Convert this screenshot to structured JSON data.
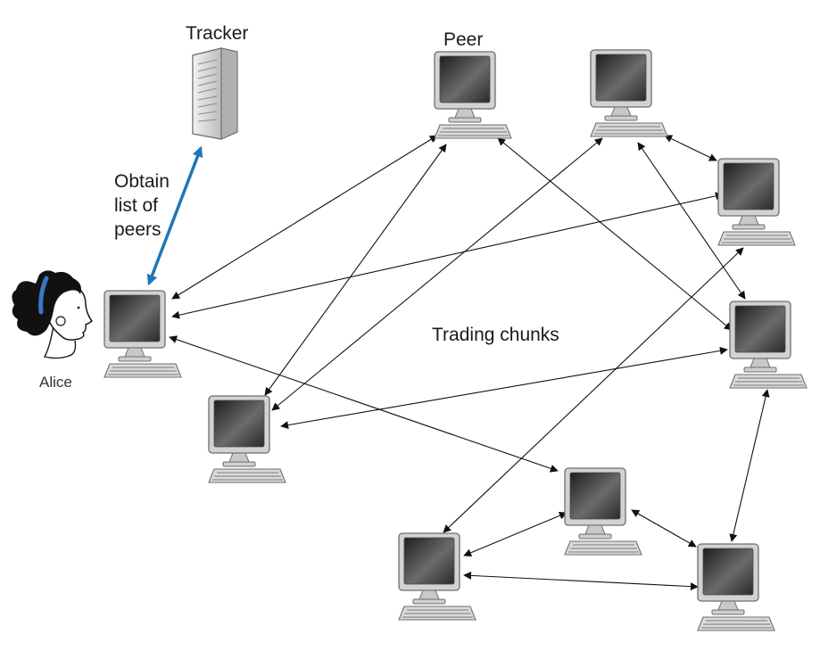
{
  "labels": {
    "tracker": "Tracker",
    "peer": "Peer",
    "obtain": "Obtain\nlist of\npeers",
    "trading": "Trading chunks",
    "alice": "Alice"
  },
  "colors": {
    "tracker_link": "#1f77b4",
    "peer_link": "#111111",
    "monitor_frame": "#d4d4d4",
    "monitor_screen": "#3a3a3a",
    "server_body": "#e2e2e2",
    "hair": "#111111",
    "headband": "#3a78c2"
  },
  "icons": {
    "tracker": "server-tower-icon",
    "peer": "desktop-computer-icon",
    "alice": "woman-profile-icon"
  }
}
